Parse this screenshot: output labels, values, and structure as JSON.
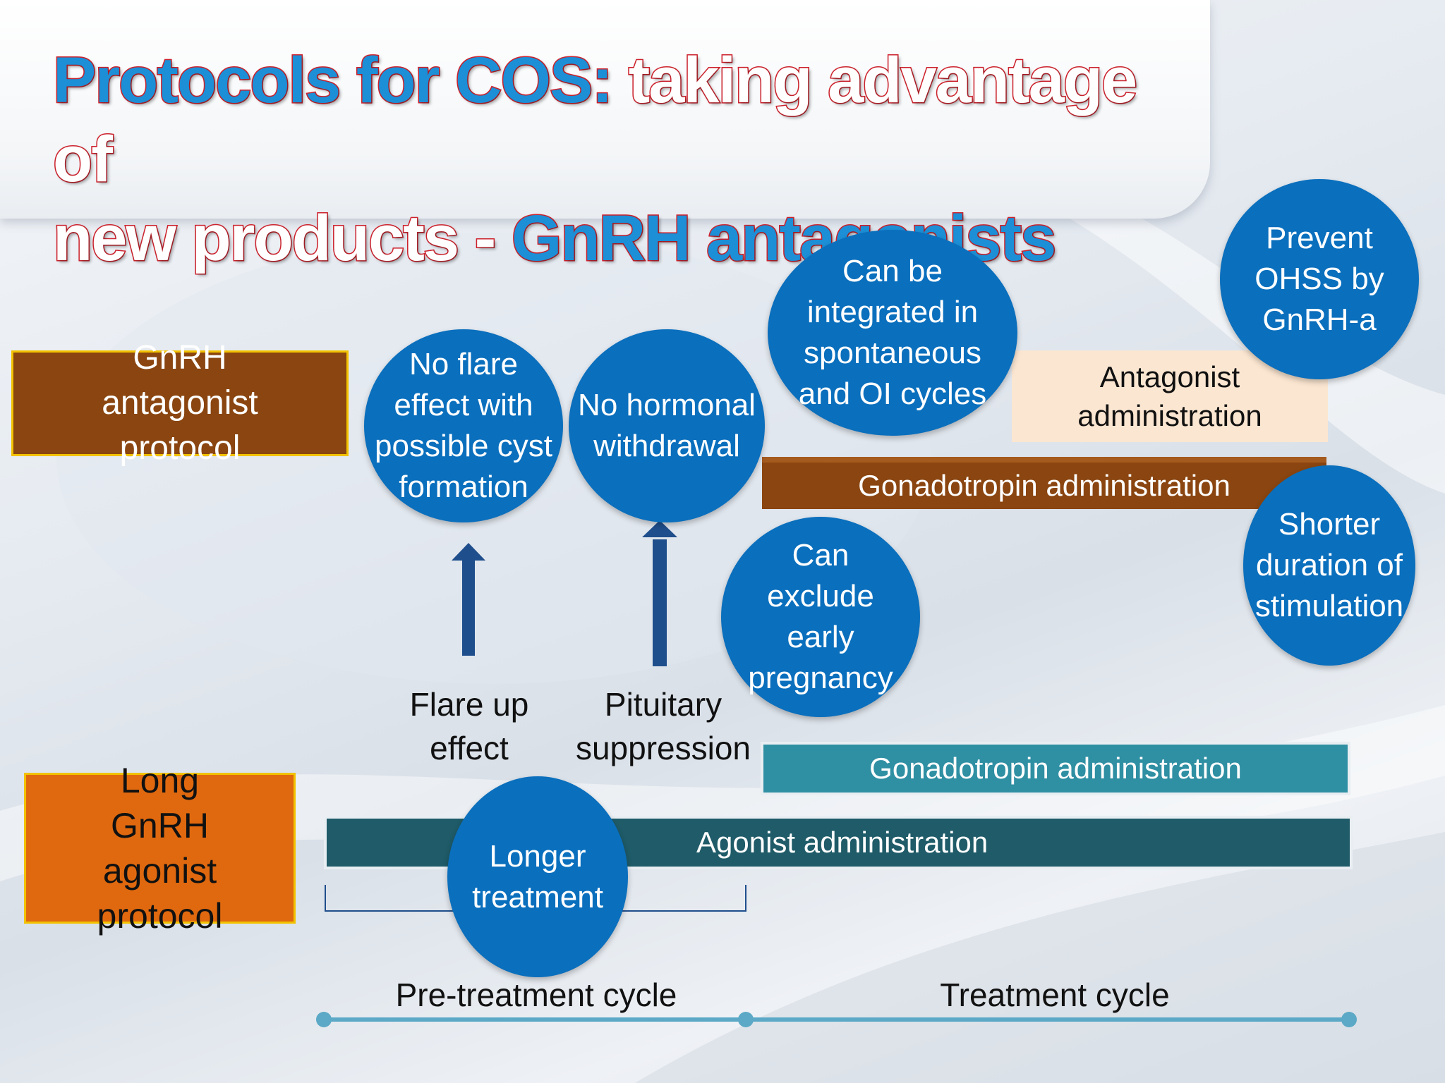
{
  "title": {
    "part1": "Protocols for COS:",
    "part2": " taking advantage of",
    "part3": "new products - ",
    "part4": "GnRH antagonists"
  },
  "labels": {
    "antagonist_protocol": "GnRH antagonist protocol",
    "agonist_protocol": "Long GnRH agonist protocol"
  },
  "bars": {
    "antagonist_administration": "Antagonist administration",
    "gonadotropin_antagonist": "Gonadotropin administration",
    "gonadotropin_agonist": "Gonadotropin administration",
    "agonist_administration": "Agonist administration"
  },
  "circles": {
    "no_flare": "No flare effect with possible cyst formation",
    "no_hormonal": "No hormonal withdrawal",
    "integrated": "Can be integrated in spontaneous and OI cycles",
    "prevent_ohss": "Prevent OHSS by GnRH-a",
    "exclude_pregnancy": "Can exclude early pregnancy",
    "shorter_duration": "Shorter duration of stimulation",
    "longer_treatment": "Longer treatment"
  },
  "effects": {
    "flare_up": "Flare up effect",
    "pituitary": "Pituitary suppression"
  },
  "timeline": {
    "pre_treatment": "Pre-treatment cycle",
    "treatment": "Treatment cycle"
  },
  "colors": {
    "circle_blue": "#0a6fbd",
    "brown": "#8a4510",
    "orange": "#e0690f",
    "teal": "#2f8fa3",
    "dark_teal": "#1f5b68",
    "title_blue": "#1c8fd6",
    "title_outline_red": "#d0242e"
  }
}
